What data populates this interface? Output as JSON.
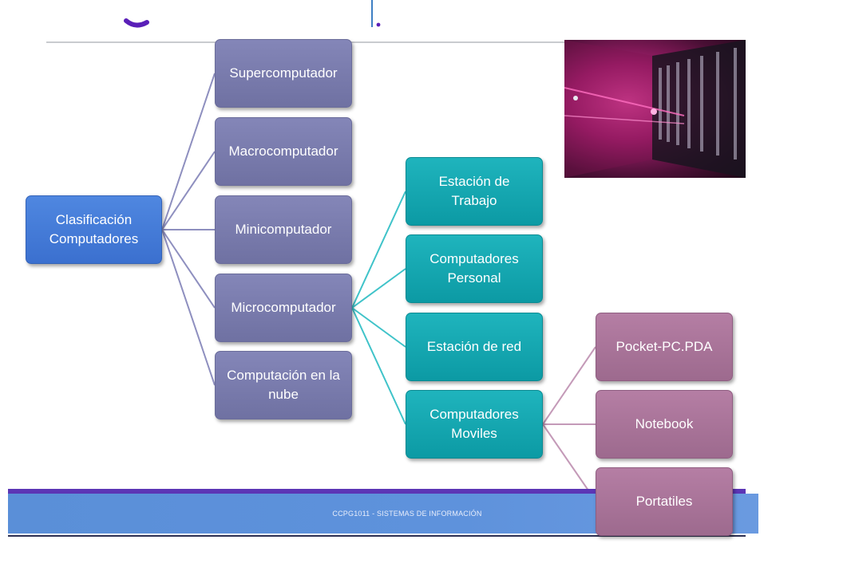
{
  "footer": {
    "text": "CCPG1011 - SISTEMAS DE INFORMACIÓN"
  },
  "diagram": {
    "root": "Clasificación\nComputadores",
    "level1": [
      "Supercomputador",
      "Macrocomputador",
      "Minicomputador",
      "Microcomputador",
      "Computación en la\nnube"
    ],
    "level2": [
      "Estación de\nTrabajo",
      "Computadores\nPersonal",
      "Estación de red",
      "Computadores\nMoviles"
    ],
    "level3": [
      "Pocket-PC.PDA",
      "Notebook",
      "Portatiles"
    ]
  },
  "colors": {
    "root": "#3b70cf",
    "level1": "#6f71a2",
    "level2": "#0c9aa4",
    "level3": "#9d6a8e",
    "connector_l1": "#8e8fbf",
    "connector_l2": "#3fc3c9",
    "connector_l3": "#c49ab8",
    "footer_bar": "#5e92dc",
    "footer_accent": "#5c35b5"
  },
  "image": {
    "icon": "supercomputer-photo"
  }
}
